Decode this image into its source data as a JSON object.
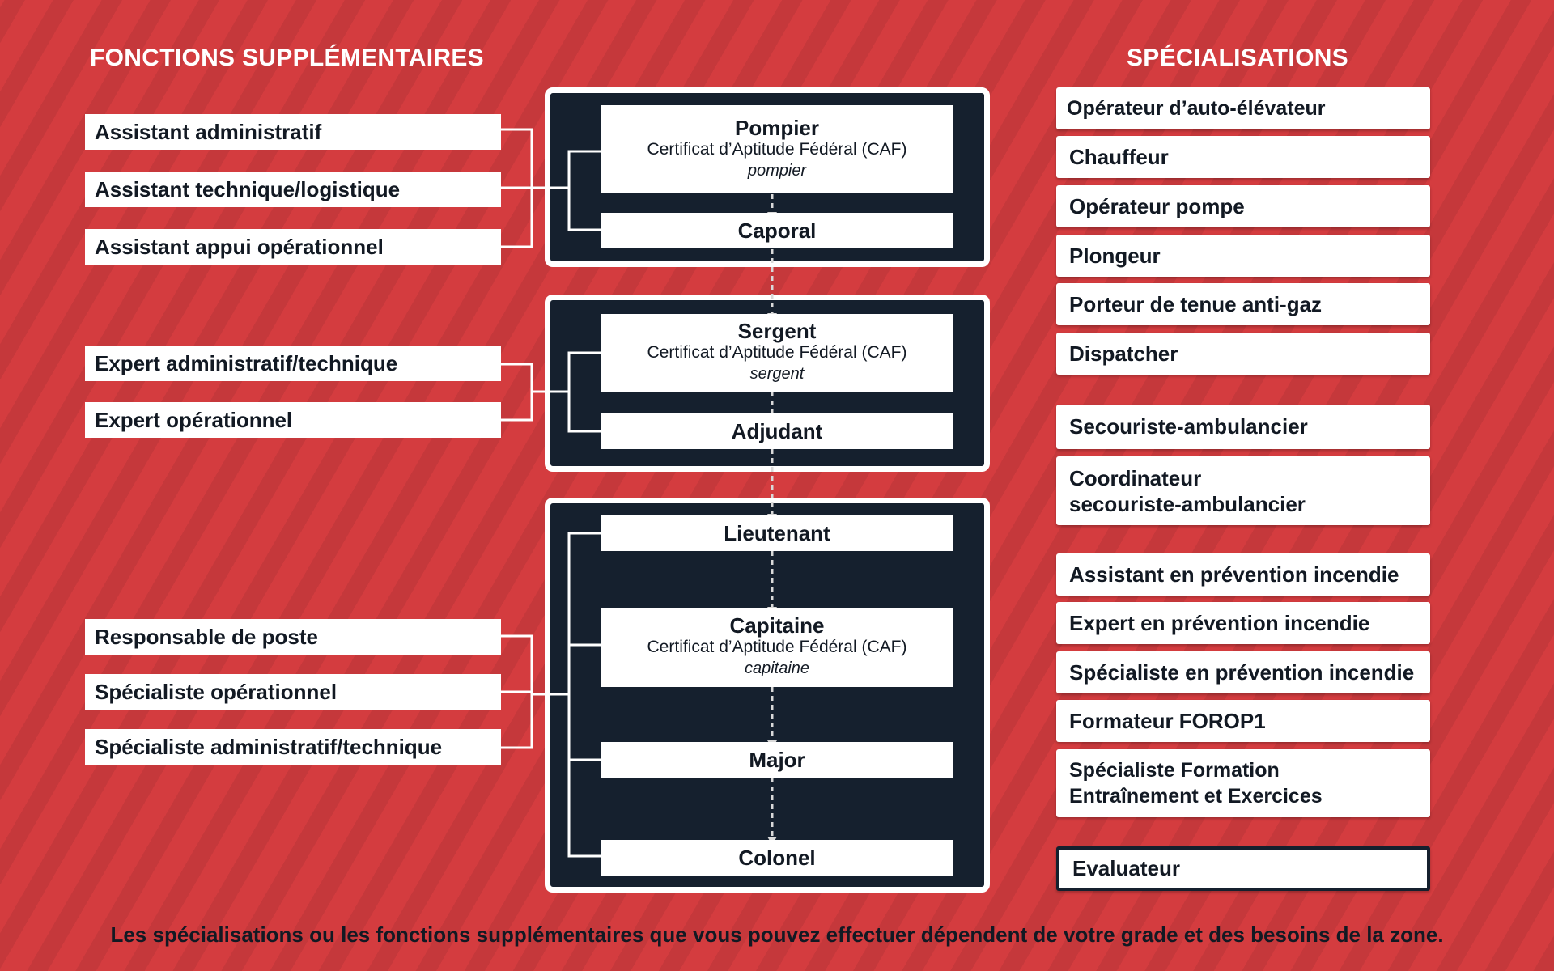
{
  "headings": {
    "left": "FONCTIONS SUPPLÉMENTAIRES",
    "right": "SPÉCIALISATIONS"
  },
  "functions": [
    "Assistant administratif",
    "Assistant technique/logistique",
    "Assistant appui opérationnel",
    "Expert administratif/technique",
    "Expert opérationnel",
    "Responsable de poste",
    "Spécialiste opérationnel",
    "Spécialiste administratif/technique"
  ],
  "ranks": {
    "pompier": {
      "title": "Pompier",
      "cert": "Certificat d’Aptitude Fédéral (CAF)",
      "sub": "pompier"
    },
    "caporal": {
      "title": "Caporal"
    },
    "sergent": {
      "title": "Sergent",
      "cert": "Certificat d’Aptitude Fédéral (CAF)",
      "sub": "sergent"
    },
    "adjudant": {
      "title": "Adjudant"
    },
    "lieutenant": {
      "title": "Lieutenant"
    },
    "capitaine": {
      "title": "Capitaine",
      "cert": "Certificat d’Aptitude Fédéral (CAF)",
      "sub": "capitaine"
    },
    "major": {
      "title": "Major"
    },
    "colonel": {
      "title": "Colonel"
    }
  },
  "specializations": [
    "Opérateur d’auto-élévateur",
    "Chauffeur",
    "Opérateur pompe",
    "Plongeur",
    "Porteur de tenue anti-gaz",
    "Dispatcher",
    "Secouriste-ambulancier",
    "Coordinateur\nsecouriste-ambulancier",
    "Assistant en prévention incendie",
    "Expert en prévention incendie",
    "Spécialiste en prévention incendie",
    "Formateur FOROP1",
    "Spécialiste Formation\nEntraînement et Exercices",
    "Evaluateur"
  ],
  "footer": "Les spécialisations ou les fonctions supplémentaires que vous pouvez effectuer dépendent de votre grade et des besoins de la zone.",
  "colors": {
    "background": "#d43c3f",
    "dark": "#15202e",
    "box": "#ffffff"
  }
}
